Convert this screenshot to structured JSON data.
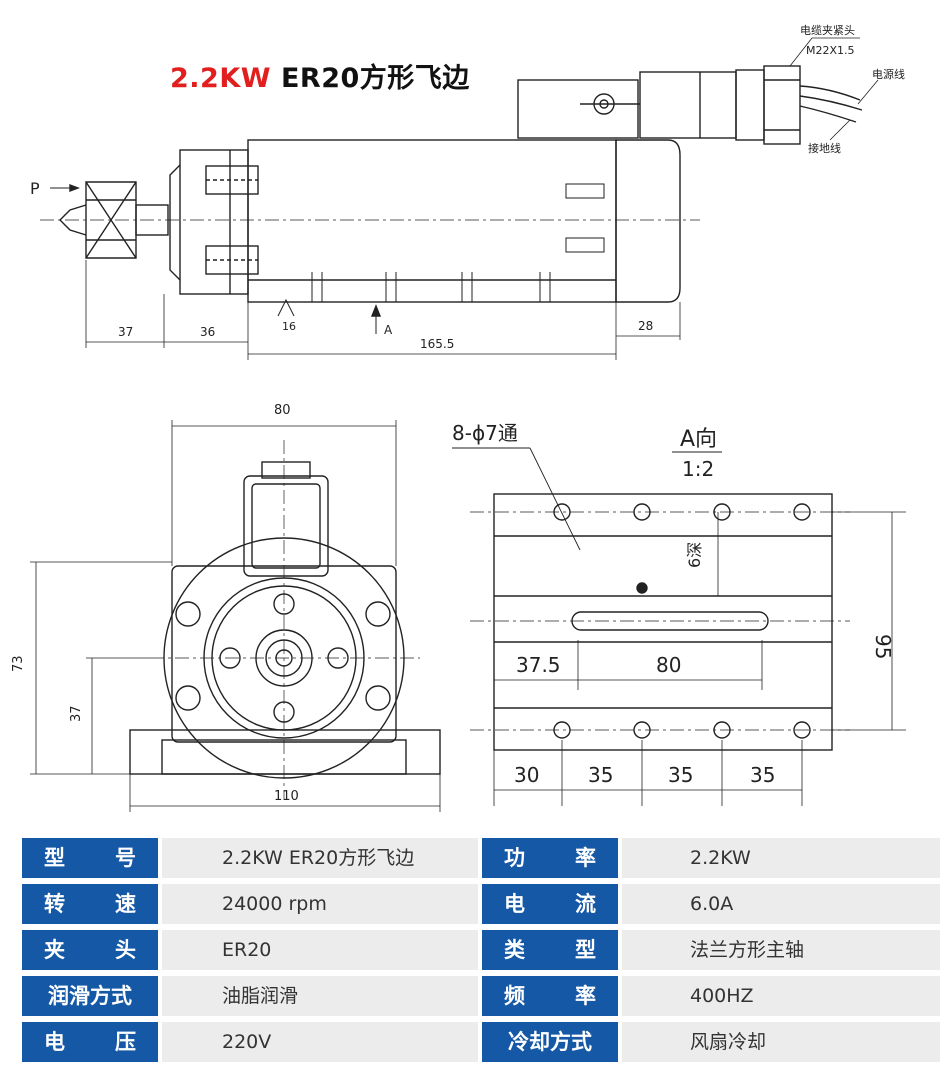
{
  "title": {
    "power": "2.2KW",
    "name": "ER20方形飞边"
  },
  "side_view": {
    "callouts": {
      "cable_clamp": "电缆夹紧头",
      "thread": "M22X1.5",
      "power_line": "电源线",
      "ground_line": "接地线"
    },
    "labels": {
      "p": "P",
      "view_arrow": "A",
      "roughness": "16"
    },
    "dims": {
      "d37": "37",
      "d36": "36",
      "d165": "165.5",
      "d28": "28"
    }
  },
  "front_view": {
    "dims": {
      "width_top": "80",
      "height": "73",
      "center": "37",
      "width_bottom": "110"
    }
  },
  "a_view": {
    "hole_note": "8-ϕ7通",
    "view_title": "A向",
    "scale": "1:2",
    "depth": "6深",
    "dims": {
      "d375": "37.5",
      "d80": "80",
      "d95": "95",
      "d30": "30",
      "d35a": "35",
      "d35b": "35",
      "d35c": "35"
    }
  },
  "specs": {
    "rows": [
      {
        "left_label": [
          "型",
          "号"
        ],
        "left_value": "2.2KW ER20方形飞边",
        "right_label": [
          "功",
          "率"
        ],
        "right_value": "2.2KW"
      },
      {
        "left_label": [
          "转",
          "速"
        ],
        "left_value": "24000 rpm",
        "right_label": [
          "电",
          "流"
        ],
        "right_value": "6.0A"
      },
      {
        "left_label": [
          "夹",
          "头"
        ],
        "left_value": "ER20",
        "right_label": [
          "类",
          "型"
        ],
        "right_value": "法兰方形主轴"
      },
      {
        "left_label": [
          "润滑方式"
        ],
        "left_value": "油脂润滑",
        "right_label": [
          "频",
          "率"
        ],
        "right_value": "400HZ"
      },
      {
        "left_label": [
          "电",
          "压"
        ],
        "left_value": "220V",
        "right_label": [
          "冷却方式"
        ],
        "right_value": "风扇冷却"
      }
    ]
  },
  "colors": {
    "label_bg": "#1558a6",
    "value_bg": "#ececec",
    "title_red": "#e21f1f"
  }
}
